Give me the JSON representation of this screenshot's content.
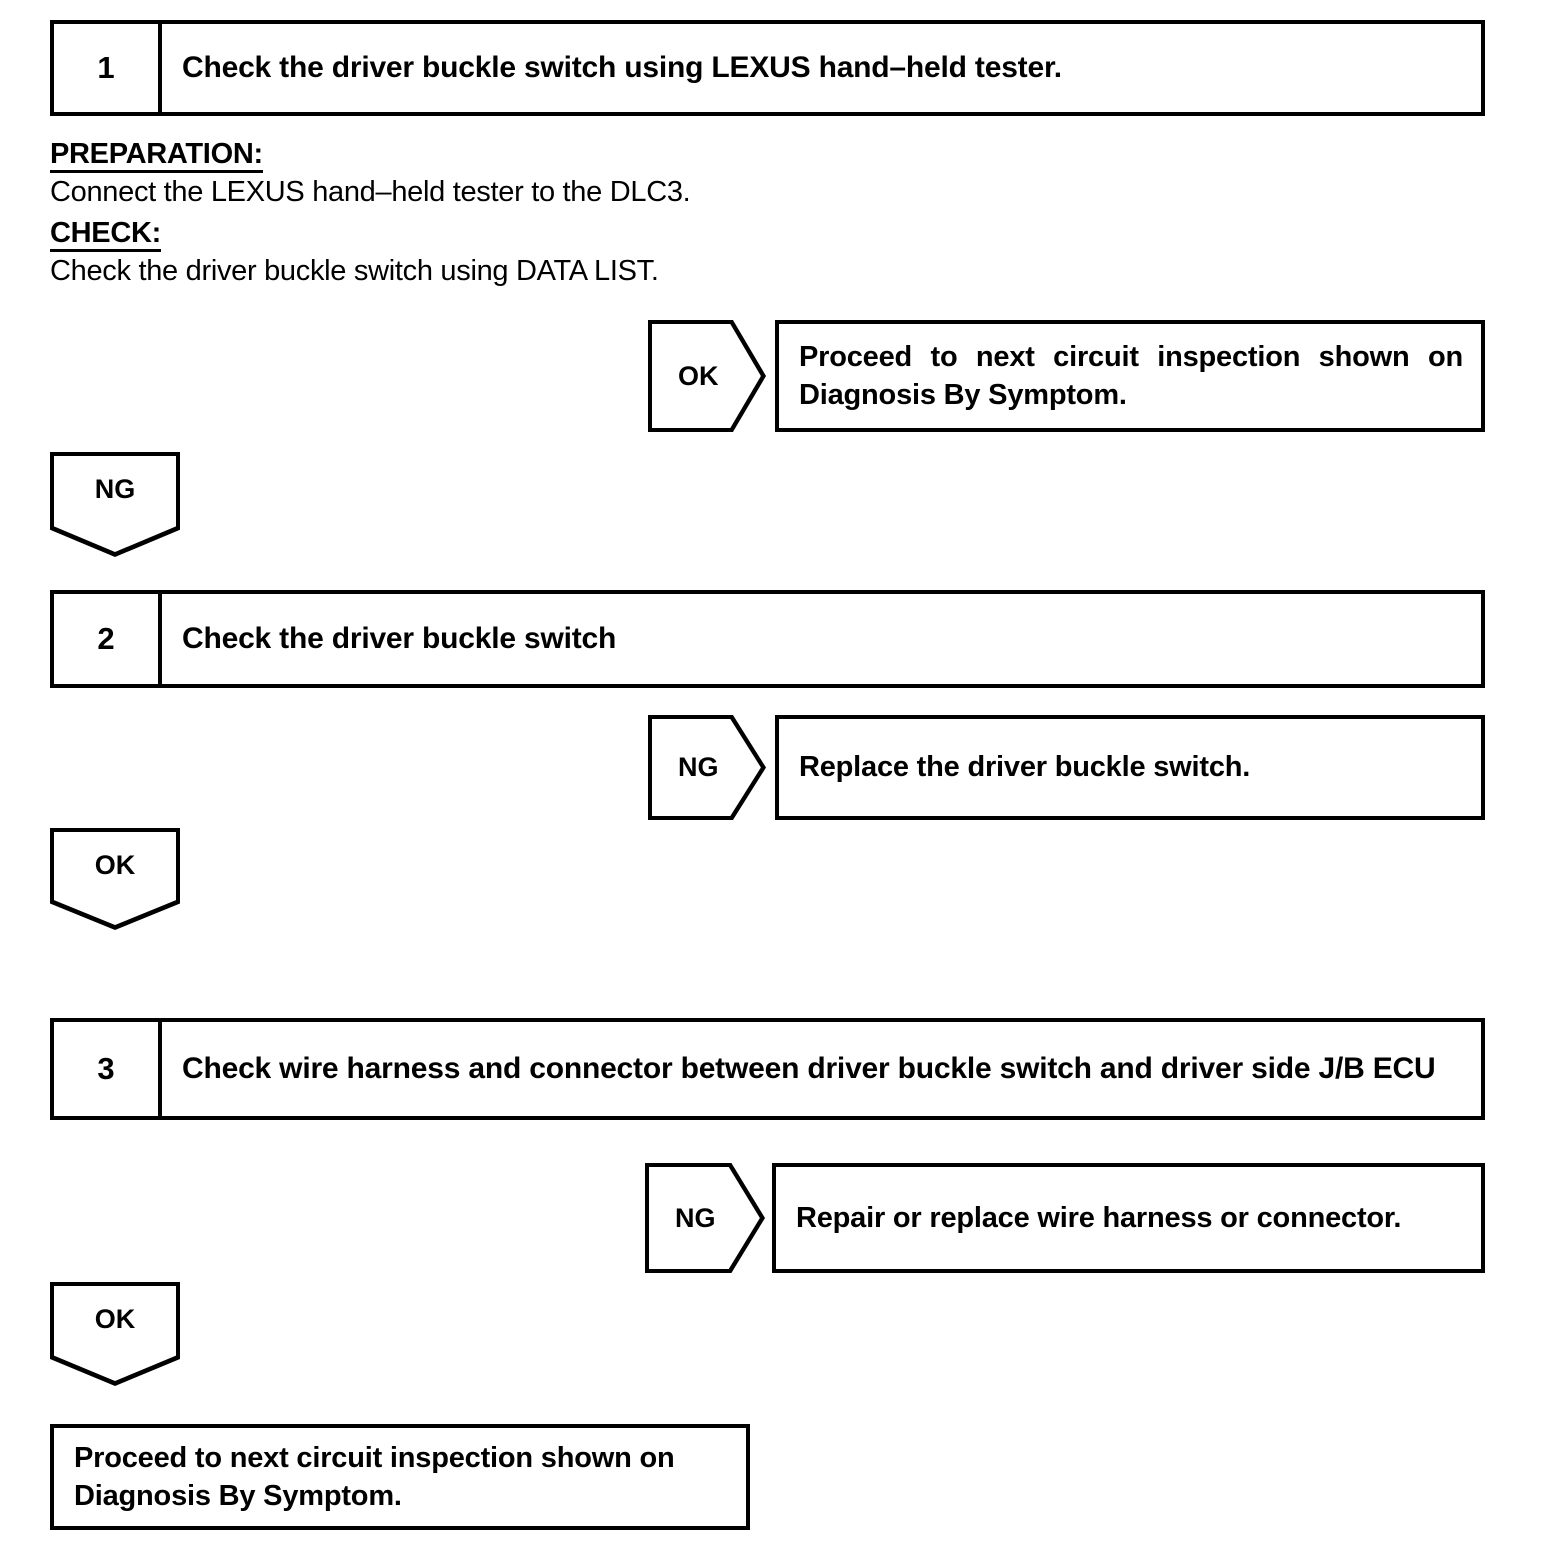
{
  "document": {
    "type": "troubleshooting-flowchart",
    "title": "Circuit Inspection Flowchart"
  },
  "steps": [
    {
      "number": "1",
      "title": "Check the driver buckle switch using LEXUS hand–held tester."
    },
    {
      "number": "2",
      "title": "Check the driver buckle switch"
    },
    {
      "number": "3",
      "title_line1": "Check wire harness and connector between driver buckle switch and driver side",
      "title_line2": "J/B ECU"
    }
  ],
  "procedure": {
    "preparation_heading": "PREPARATION:",
    "preparation_text": "Connect the LEXUS hand–held tester to the DLC3.",
    "check_heading": "CHECK:",
    "check_text": "Check the driver buckle switch using DATA LIST."
  },
  "judgements": {
    "step1_ok": "OK",
    "step1_ng": "NG",
    "step2_ng": "NG",
    "step2_ok": "OK",
    "step3_ng": "NG",
    "step3_ok": "OK"
  },
  "results": {
    "step1_ok_line1": "Proceed to next circuit inspection shown on",
    "step1_ok_line2": "Diagnosis By Symptom.",
    "step2_ng": "Replace the driver buckle switch.",
    "step3_ng": "Repair or replace wire harness or connector.",
    "final_line1": "Proceed to next circuit inspection shown on",
    "final_line2": "Diagnosis By Symptom."
  },
  "colors": {
    "ink": "#000000",
    "paper": "#ffffff"
  }
}
